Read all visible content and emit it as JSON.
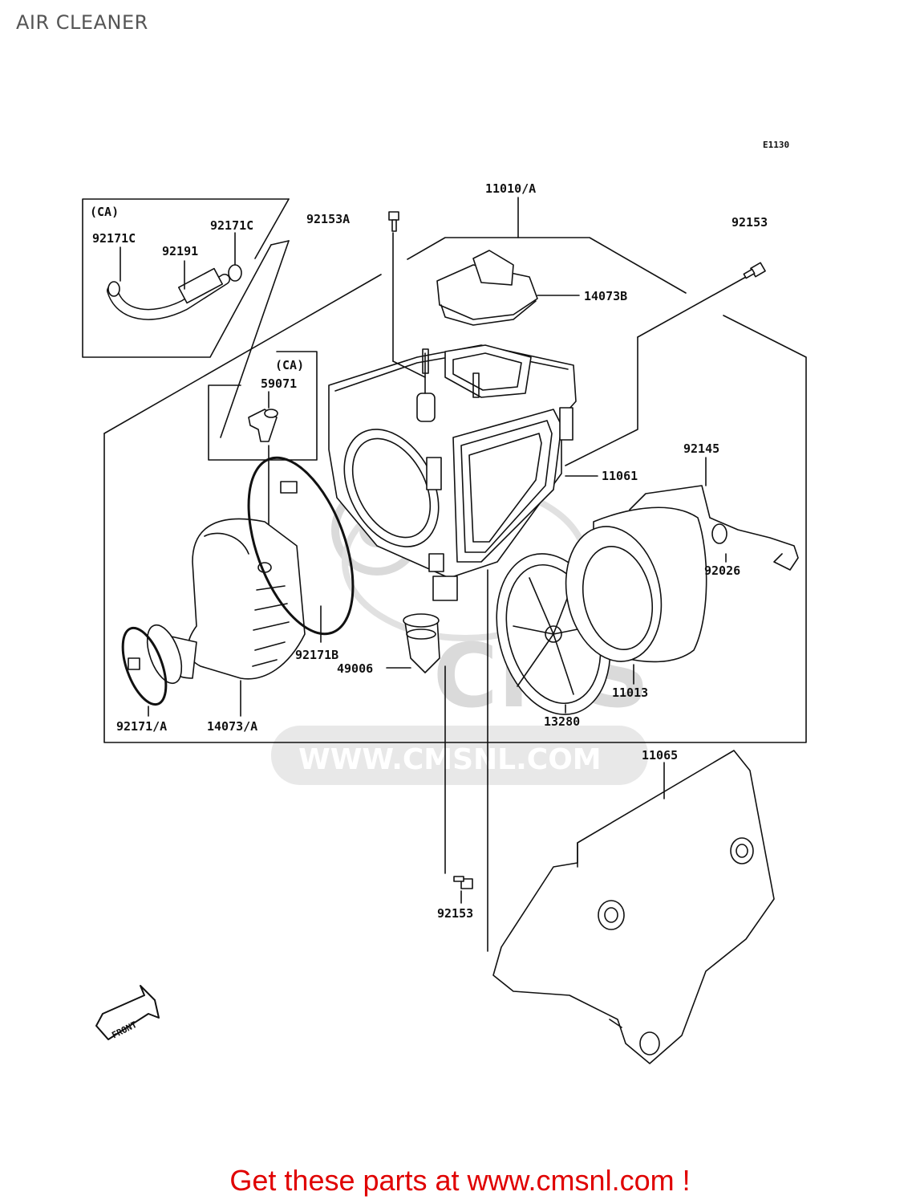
{
  "title": "AIR CLEANER",
  "diagram_code": "E1130",
  "callout_ca": "(CA)",
  "watermark": {
    "logo": "CMS",
    "url": "WWW.CMSNL.COM"
  },
  "front_arrow": "FRONT",
  "promo": "Get these parts at www.cmsnl.com !",
  "parts": {
    "p11010A": "11010/A",
    "p92153A": "92153A",
    "p92153_top": "92153",
    "p92171C_a": "92171C",
    "p92171C_b": "92171C",
    "p92191": "92191",
    "p59071": "59071",
    "p14073B": "14073B",
    "p11061": "11061",
    "p92145": "92145",
    "p92026": "92026",
    "p92171B": "92171B",
    "p49006": "49006",
    "p11013": "11013",
    "p13280": "13280",
    "p92171A": "92171/A",
    "p14073A": "14073/A",
    "p11065": "11065",
    "p92153_bottom": "92153"
  },
  "colors": {
    "line": "#111111",
    "promo": "#e00000",
    "watermark": "#d6d6d6"
  }
}
